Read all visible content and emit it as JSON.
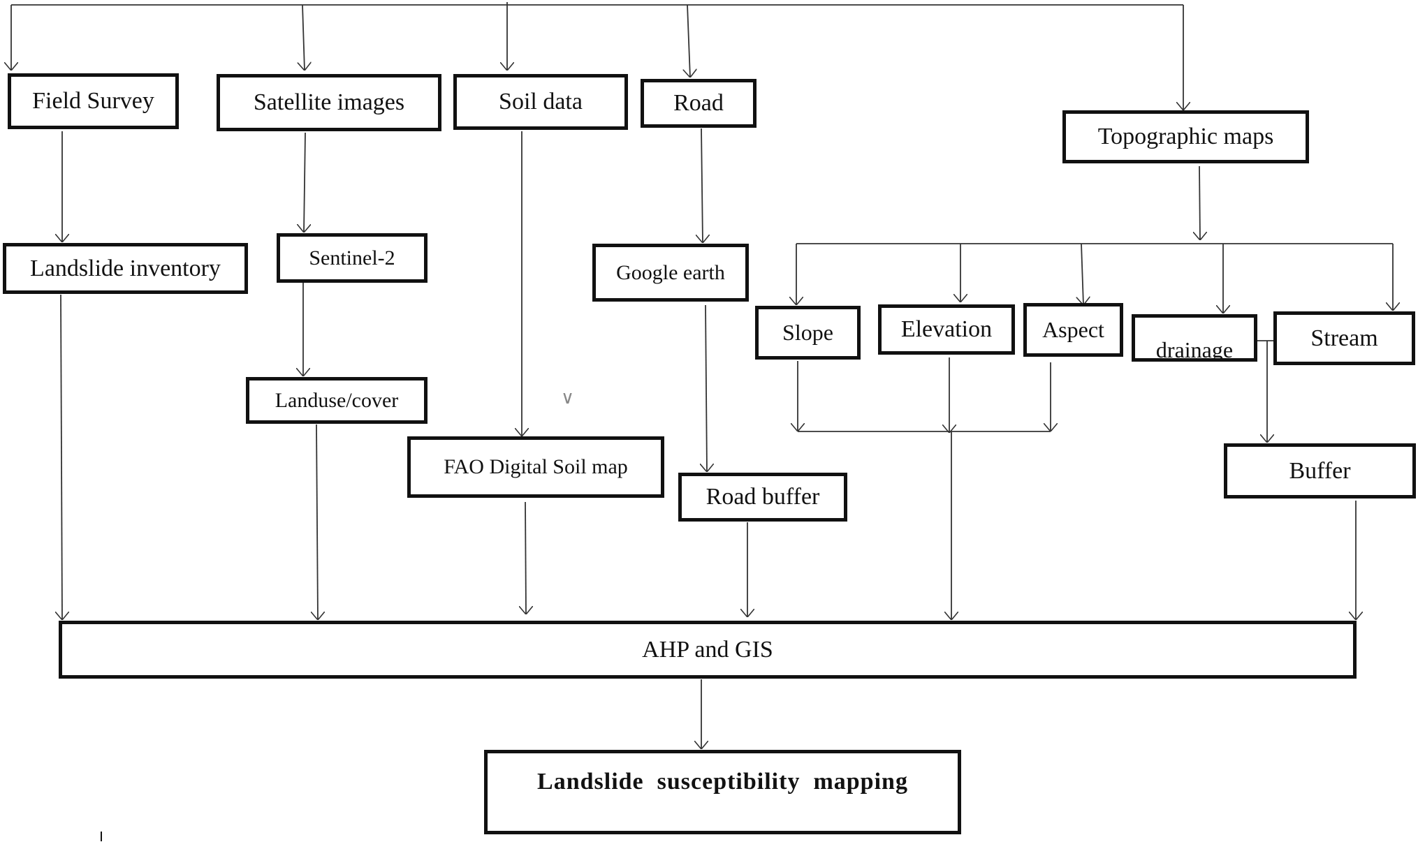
{
  "nodes": {
    "field_survey": "Field Survey",
    "satellite_images": "Satellite images",
    "soil_data": "Soil data",
    "road": "Road",
    "topographic_maps": "Topographic maps",
    "landslide_inventory": "Landslide inventory",
    "sentinel2": "Sentinel-2",
    "landuse_cover": "Landuse/cover",
    "fao_soil_map": "FAO Digital Soil map",
    "google_earth": "Google earth",
    "road_buffer": "Road buffer",
    "slope": "Slope",
    "elevation": "Elevation",
    "aspect": "Aspect",
    "drainage": "drainage",
    "stream": "Stream",
    "buffer": "Buffer",
    "ahp_gis": "AHP and GIS",
    "lsm": "Landslide  susceptibility  mapping"
  },
  "stray_mark": "∨",
  "colors": {
    "line": "#333333",
    "box_border": "#111111",
    "text": "#111111"
  }
}
